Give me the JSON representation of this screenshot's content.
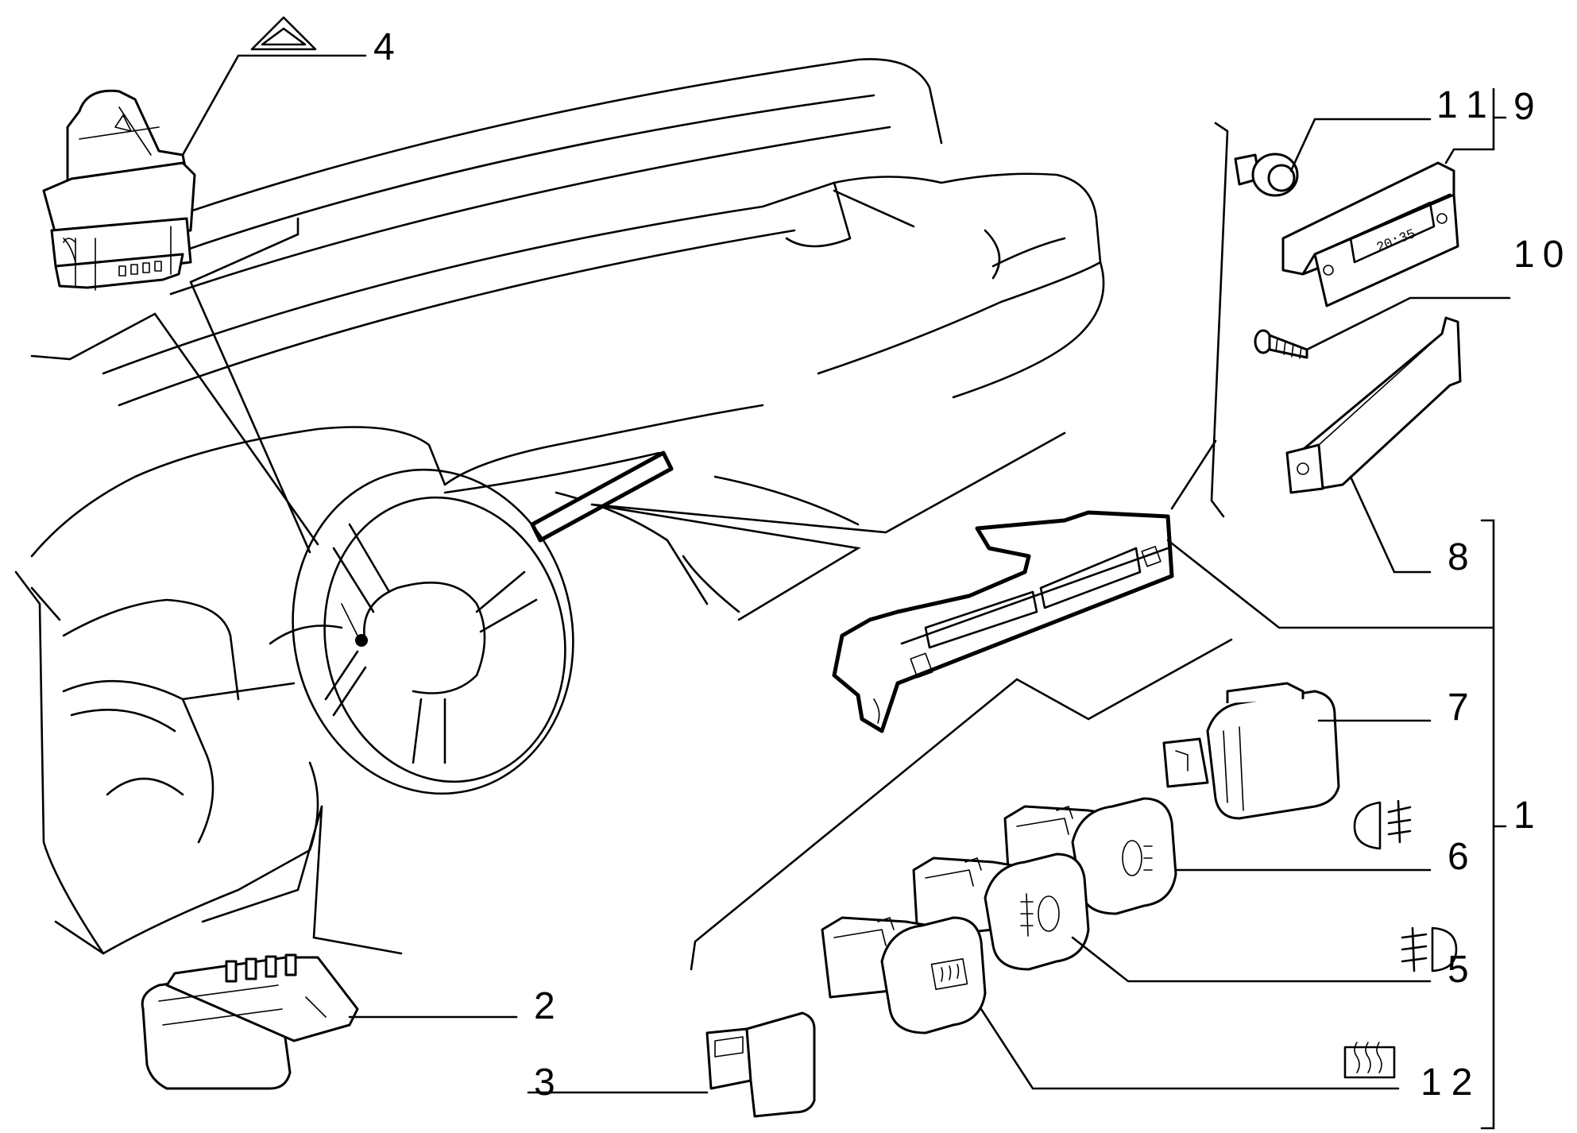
{
  "callouts": [
    "1",
    "2",
    "3",
    "4",
    "5",
    "6",
    "7",
    "8",
    "9",
    "10",
    "11",
    "12"
  ],
  "clock_display": "20:35",
  "colors": {
    "line": "#000000",
    "background": "#ffffff"
  }
}
